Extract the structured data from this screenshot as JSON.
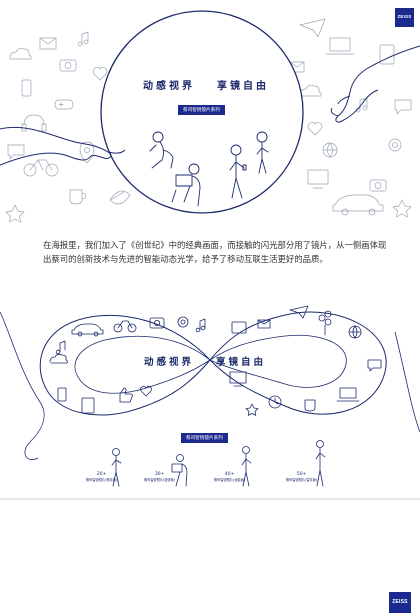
{
  "brand": {
    "logo_text": "ZEISS",
    "color": "#1b2a8c"
  },
  "poster_top": {
    "headline_part1": "动感视界",
    "headline_part2": "享镜自由",
    "badge": "蔡司智锐镜片系列"
  },
  "description": "在海报里，我们加入了《创世纪》中的经典画面，而接触的闪光部分用了镜片，从一侧画体现出蔡司的创新技术与先进的智能动态光学，给予了移动互联生活更好的品质。",
  "poster_bottom": {
    "headline_part1": "动感视界",
    "headline_part2": "享镜自由",
    "badge": "蔡司智锐镜片系列",
    "age_groups": [
      {
        "age": "20+",
        "caption": "蔡司智锐镜片(畅享版)"
      },
      {
        "age": "30+",
        "caption": "蔡司智锐镜片(锐进版)"
      },
      {
        "age": "40+",
        "caption": "蔡司智锐镜片(全能版)"
      },
      {
        "age": "50+",
        "caption": "蔡司智锐镜片(智享版)"
      }
    ]
  }
}
